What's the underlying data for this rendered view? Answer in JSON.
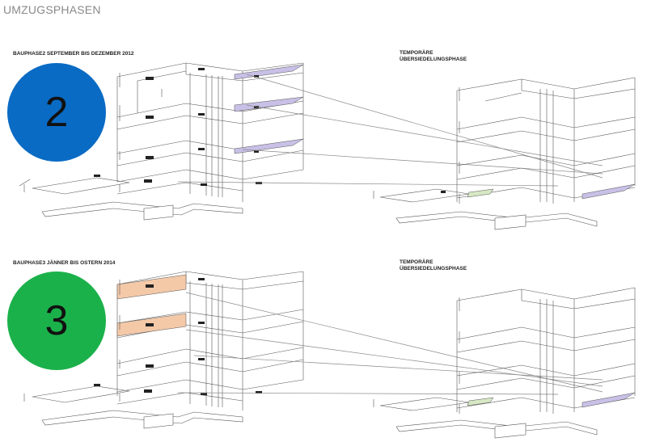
{
  "title": "UMZUGSPHASEN",
  "phases": [
    {
      "number": "2",
      "label": "BAUPHASE2 SEPTEMBER BIS DEZEMBER 2012",
      "temp_label_line1": "TEMPORÄRE",
      "temp_label_line2": "ÜBERSIEDELUNGSPHASE",
      "color": "#0a6bc4"
    },
    {
      "number": "3",
      "label": "BAUPHASE3 JÄNNER BIS OSTERN 2014",
      "temp_label_line1": "TEMPORÄRE",
      "temp_label_line2": "ÜBERSIEDELUNGSPHASE",
      "color": "#1bb14a"
    }
  ],
  "highlight_colors": {
    "moved_zone_lavender": "#c8c0e6",
    "moved_zone_peach": "#f4c9a8",
    "target_zone_green": "#d6e8c4"
  }
}
